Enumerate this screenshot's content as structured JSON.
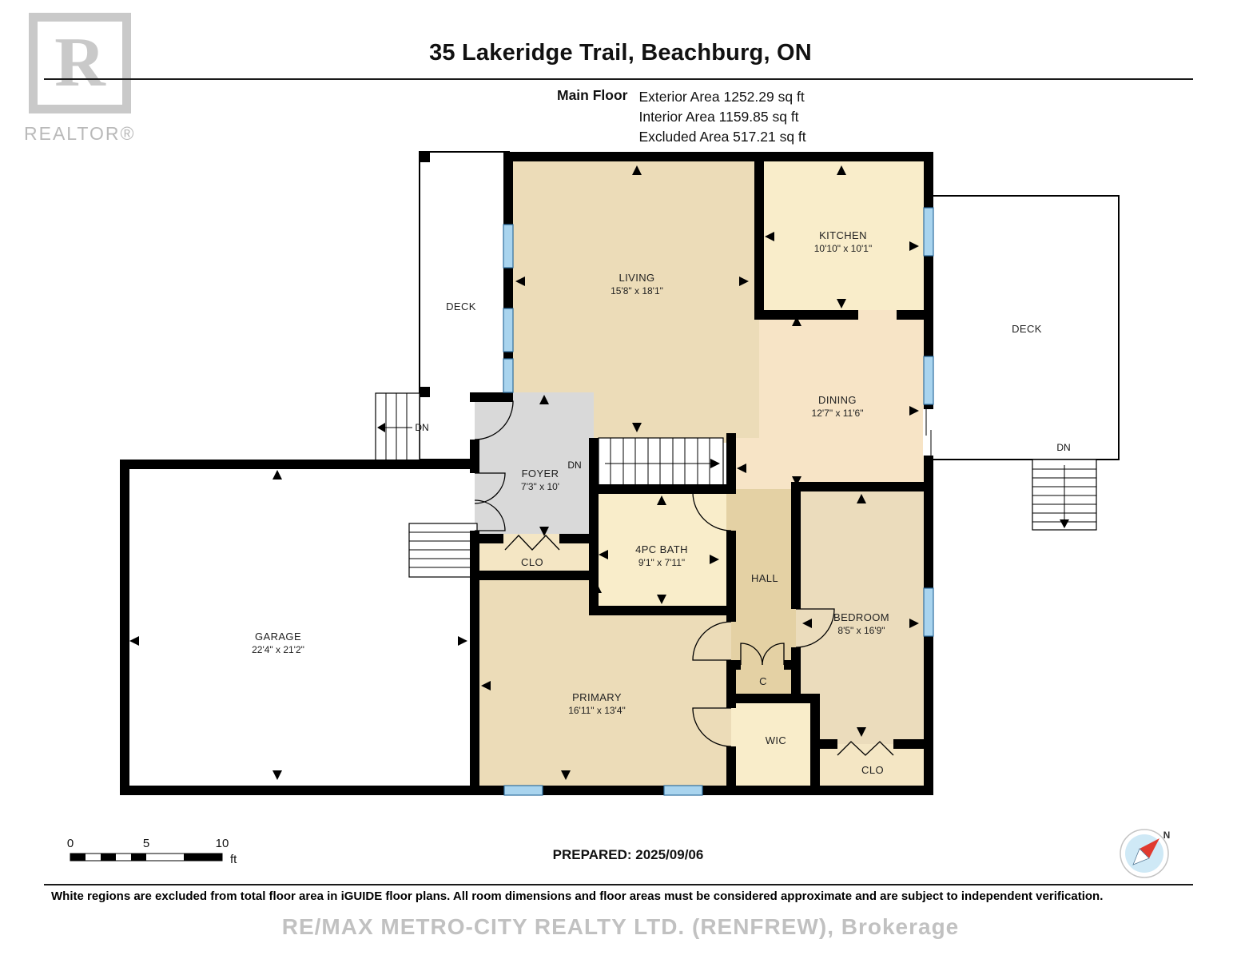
{
  "header": {
    "title": "35 Lakeridge Trail, Beachburg, ON",
    "floor_label": "Main Floor",
    "areas": [
      {
        "text": "Exterior Area 1252.29 sq ft"
      },
      {
        "text": "Interior Area 1159.85 sq ft"
      },
      {
        "text": "Excluded Area 517.21 sq ft"
      }
    ]
  },
  "branding": {
    "realtor_letter": "R",
    "realtor_word": "REALTOR®"
  },
  "rooms": {
    "deck_left": {
      "name": "DECK",
      "color": "#ffffff"
    },
    "deck_right": {
      "name": "DECK",
      "color": "#ffffff"
    },
    "living": {
      "name": "LIVING",
      "dims": "15'8\" x 18'1\"",
      "color": "#ecdcb8"
    },
    "kitchen": {
      "name": "KITCHEN",
      "dims": "10'10\" x 10'1\"",
      "color": "#f9edca"
    },
    "dining": {
      "name": "DINING",
      "dims": "12'7\" x 11'6\"",
      "color": "#f7e4c6"
    },
    "foyer": {
      "name": "FOYER",
      "dims": "7'3\" x 10'",
      "color": "#d9d9d9"
    },
    "bath": {
      "name": "4PC BATH",
      "dims": "9'1\" x 7'11\"",
      "color": "#f9edca"
    },
    "hall": {
      "name": "HALL",
      "color": "#e4d1a4"
    },
    "bedroom": {
      "name": "BEDROOM",
      "dims": "8'5\" x 16'9\"",
      "color": "#ebdcbc"
    },
    "primary": {
      "name": "PRIMARY",
      "dims": "16'11\" x 13'4\"",
      "color": "#ecdcb8"
    },
    "garage": {
      "name": "GARAGE",
      "dims": "22'4\" x 21'2\"",
      "color": "#ffffff"
    },
    "clo_foyer": {
      "name": "CLO",
      "color": "#f4e6c4"
    },
    "closet_c": {
      "name": "C",
      "color": "#e4d1a4"
    },
    "wic": {
      "name": "WIC",
      "color": "#f9edca"
    },
    "clo_bedroom": {
      "name": "CLO",
      "color": "#f4e6c4"
    }
  },
  "stairs": {
    "dn_left": "DN",
    "dn_foyer": "DN",
    "dn_deck": "DN"
  },
  "scale_bar": {
    "t0": "0",
    "t5": "5",
    "t10": "10",
    "unit": "ft"
  },
  "compass": {
    "north": "N"
  },
  "prepared": "PREPARED: 2025/09/06",
  "footer": {
    "disclaimer": "White regions are excluded from total floor area in iGUIDE floor plans. All room dimensions and floor areas must be considered approximate and are subject to independent verification.",
    "watermark": "RE/MAX METRO-CITY REALTY LTD. (RENFREW), Brokerage"
  }
}
